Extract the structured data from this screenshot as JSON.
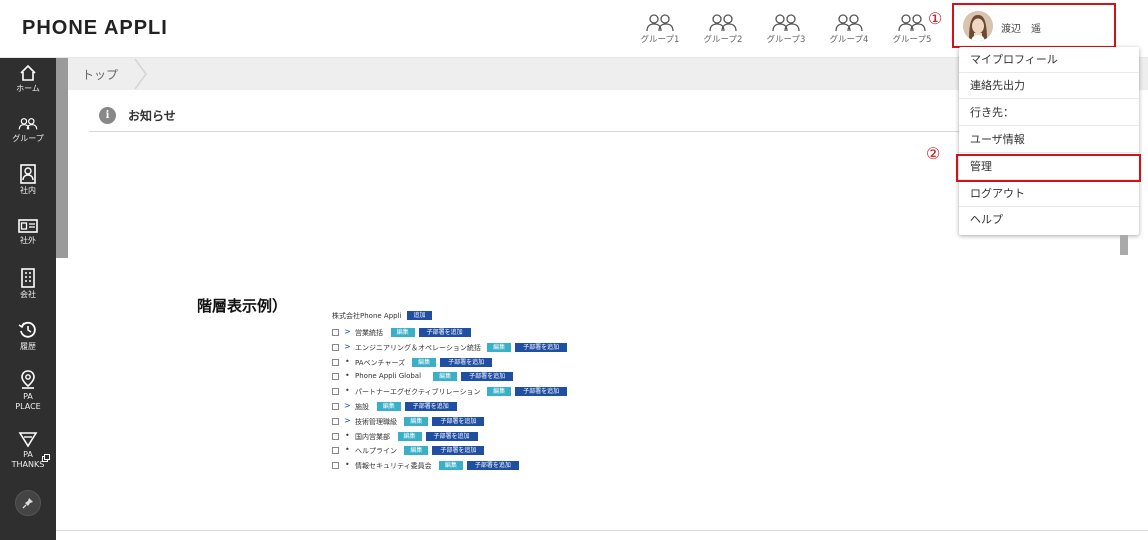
{
  "header": {
    "logo": "PHONE APPLI",
    "groups": [
      "グループ1",
      "グループ2",
      "グループ3",
      "グループ4",
      "グループ5"
    ],
    "user_name": "渡辺　遥",
    "marker_1": "①",
    "marker_2": "②"
  },
  "sidebar": {
    "items": [
      {
        "label": "ホーム",
        "icon": "home-icon"
      },
      {
        "label": "グループ",
        "icon": "group-icon"
      },
      {
        "label": "社内",
        "icon": "internal-directory-icon"
      },
      {
        "label": "社外",
        "icon": "external-directory-icon"
      },
      {
        "label": "会社",
        "icon": "company-icon"
      },
      {
        "label": "履歴",
        "icon": "history-icon"
      },
      {
        "label": "PA\nPLACE",
        "icon": "place-pin-icon"
      },
      {
        "label": "PA\nTHANKS",
        "icon": "thanks-icon"
      }
    ],
    "pin_icon": "pin-icon"
  },
  "breadcrumb": {
    "current": "トップ"
  },
  "notice": {
    "title": "お知らせ"
  },
  "dropdown": {
    "items": [
      "マイプロフィール",
      "連絡先出力",
      "行き先：",
      "ユーザ情報",
      "管理",
      "ログアウト",
      "ヘルプ"
    ],
    "highlighted_index": 4
  },
  "hierarchy": {
    "title": "階層表示例）",
    "root_name": "株式会社Phone Appli",
    "root_add_label": "追加",
    "edit_label": "編集",
    "add_child_label": "子部署を追加",
    "rows": [
      {
        "name": "営業統括",
        "marker": "chevron"
      },
      {
        "name": "エンジニアリング＆オペレーション統括",
        "marker": "chevron"
      },
      {
        "name": "PAベンチャーズ",
        "marker": "bullet"
      },
      {
        "name": "Phone Appli Global",
        "marker": "bullet"
      },
      {
        "name": "パートナーエグゼクティブリレーション",
        "marker": "bullet"
      },
      {
        "name": "施設",
        "marker": "chevron"
      },
      {
        "name": "技術管理職級",
        "marker": "chevron"
      },
      {
        "name": "国内営業部",
        "marker": "bullet"
      },
      {
        "name": "ヘルプライン",
        "marker": "bullet"
      },
      {
        "name": "情報セキュリティ委員会",
        "marker": "bullet"
      }
    ]
  },
  "colors": {
    "accent_red": "#d0121b",
    "sidebar_bg": "#2f2f2f",
    "button_blue": "#1f4ea3",
    "button_teal": "#3ab0c8"
  }
}
